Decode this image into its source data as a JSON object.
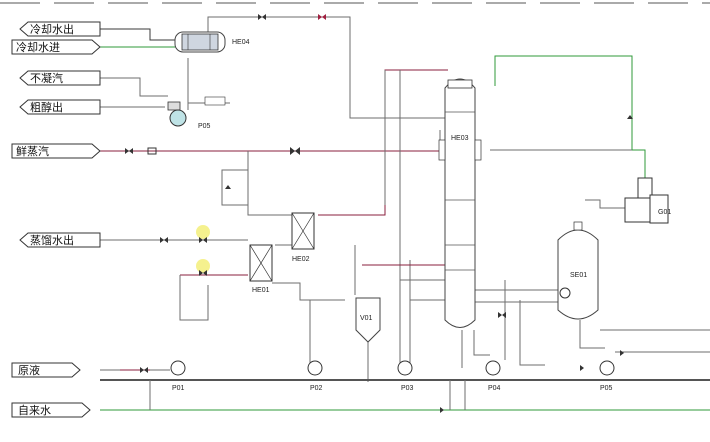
{
  "stream_tags": {
    "cooling_water_out": "冷却水出",
    "cooling_water_in": "冷却水进",
    "non_condensable": "不凝汽",
    "crude_alcohol_out": "粗醇出",
    "fresh_steam": "鲜蒸汽",
    "distilled_water_out": "蒸馏水出",
    "raw_liquid": "原液",
    "tap_water": "自来水"
  },
  "equipment": {
    "he04": "HE04",
    "p05_top": "P05",
    "he03": "HE03",
    "g01": "G01",
    "he02": "HE02",
    "he01": "HE01",
    "v01": "V01",
    "se01": "SE01",
    "p01": "P01",
    "p02": "P02",
    "p03": "P03",
    "p04": "P04",
    "p05": "P05"
  },
  "colors": {
    "pipe_gray": "#6e6e6e",
    "pipe_red": "#8a1f3c",
    "pipe_green": "#2f9a3a",
    "pipe_blue": "#3a5fa8",
    "highlight": "#f3ef7a"
  }
}
